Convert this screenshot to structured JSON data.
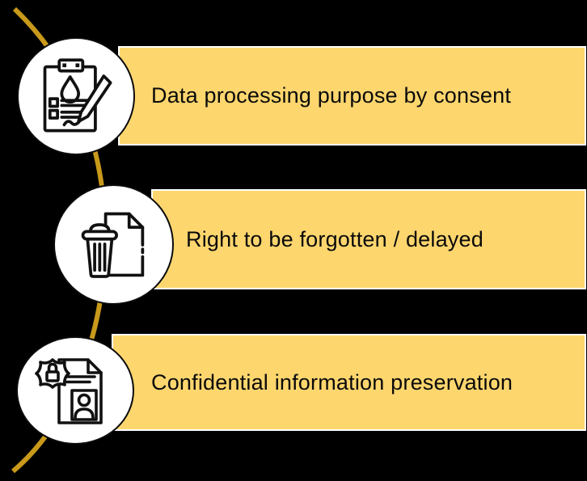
{
  "diagram": {
    "type": "vertical-list-infographic",
    "colors": {
      "background": "#000000",
      "bar_fill": "#FDD66E",
      "bar_border": "#FFFFFF",
      "connector_line": "#C8991A",
      "circle_fill": "#FFFFFF",
      "icon_stroke": "#111111",
      "text": "#0A0A0A"
    },
    "items": [
      {
        "label": "Data processing purpose by consent",
        "icon": "consent-clipboard-icon"
      },
      {
        "label": "Right to be forgotten / delayed",
        "icon": "trash-document-icon"
      },
      {
        "label": "Confidential information preservation",
        "icon": "badge-id-document-icon"
      }
    ]
  }
}
